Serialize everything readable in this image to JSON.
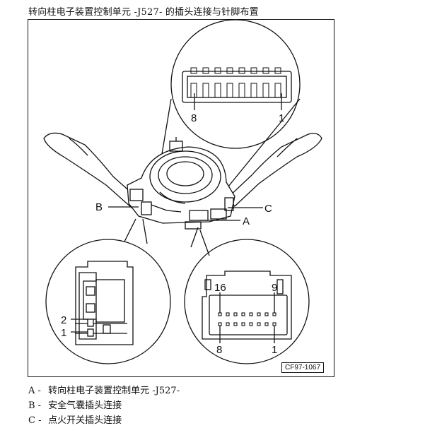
{
  "title": "转向柱电子装置控制单元 -J527- 的插头连接与针脚布置",
  "callouts": {
    "a": "A",
    "b": "B",
    "c": "C"
  },
  "top_connector": {
    "pin_left": "8",
    "pin_right": "1"
  },
  "left_connector": {
    "pin_upper": "2",
    "pin_lower": "1"
  },
  "right_connector": {
    "pin_top_left": "16",
    "pin_top_right": "9",
    "pin_bottom_left": "8",
    "pin_bottom_right": "1"
  },
  "figure_ref": "CF97-1067",
  "legend": [
    {
      "key": "A -",
      "text": "转向柱电子装置控制单元 -J527-"
    },
    {
      "key": "B -",
      "text": "安全气囊插头连接"
    },
    {
      "key": "C -",
      "text": "点火开关插头连接"
    }
  ]
}
